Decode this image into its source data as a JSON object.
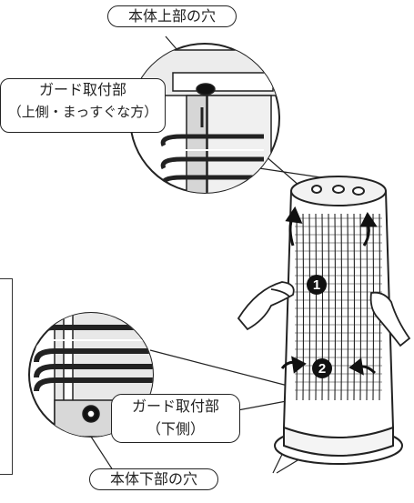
{
  "labels": {
    "top_hole": "本体上部の穴",
    "guard_mount_upper_line1": "ガード取付部",
    "guard_mount_upper_line2": "（上側・まっすぐな方）",
    "guard_mount_lower_line1": "ガード取付部",
    "guard_mount_lower_line2": "（下側）",
    "bottom_hole": "本体下部の穴"
  },
  "steps": [
    "1",
    "2"
  ],
  "colors": {
    "line": "#222222",
    "fill": "#ffffff",
    "shade": "#d0d0d0",
    "badge": "#111111"
  }
}
